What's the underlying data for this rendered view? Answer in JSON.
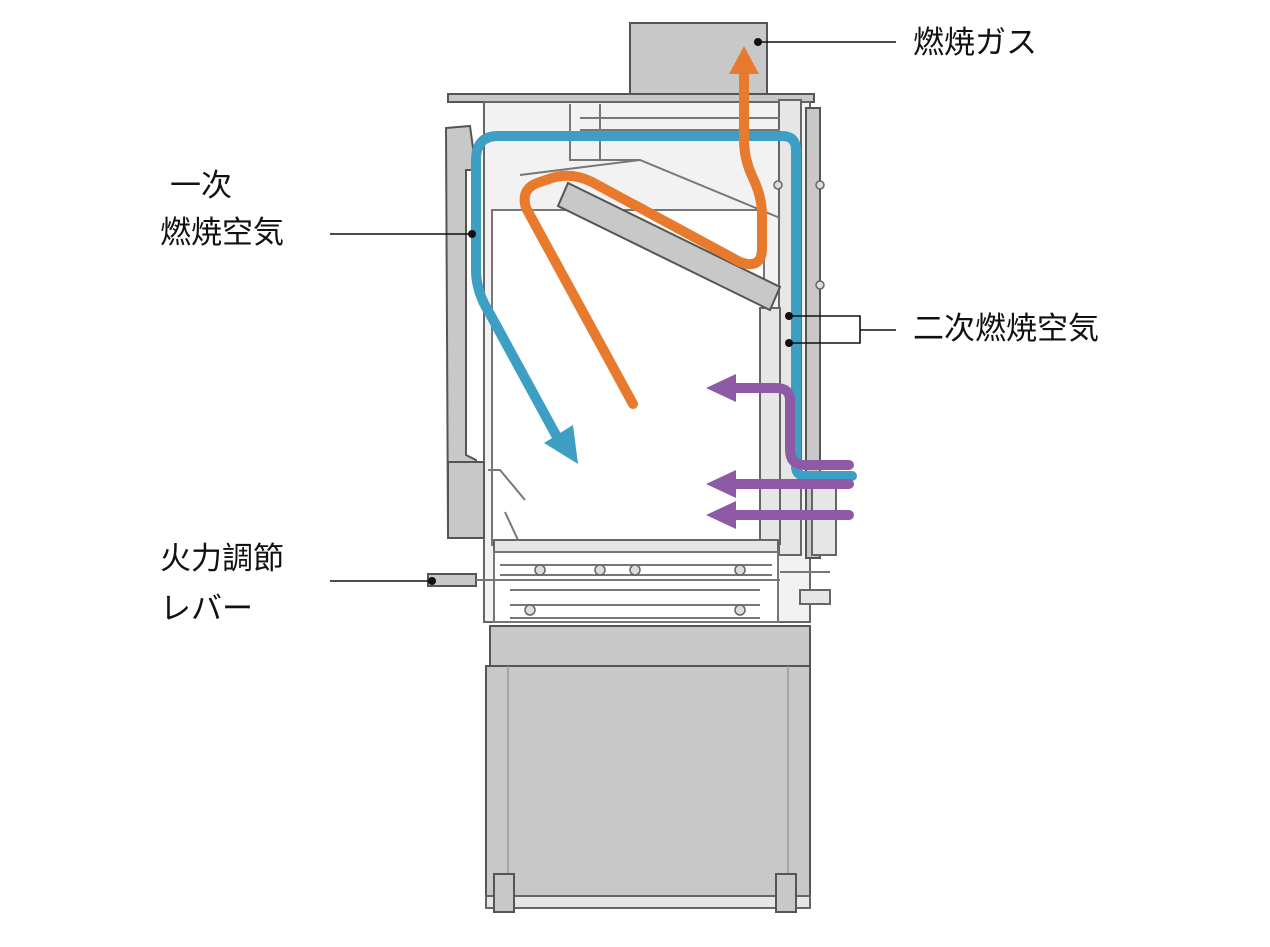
{
  "labels": {
    "exhaust_gas": "燃焼ガス",
    "primary_air_line1": "一次",
    "primary_air_line2": "燃焼空気",
    "secondary_air": "二次燃焼空気",
    "fire_lever_line1": "火力調節",
    "fire_lever_line2": "レバー"
  },
  "colors": {
    "primary_air_flow": "#3d9fc4",
    "combustion_gas_flow": "#e87a2e",
    "secondary_air_flow": "#8e5aa6",
    "stove_body": "#e6e6e6",
    "stove_panel": "#c8c8c8",
    "outline": "#666666"
  },
  "icons": {
    "flow_arrow": "arrow-icon",
    "leader_dot": "dot-icon"
  }
}
